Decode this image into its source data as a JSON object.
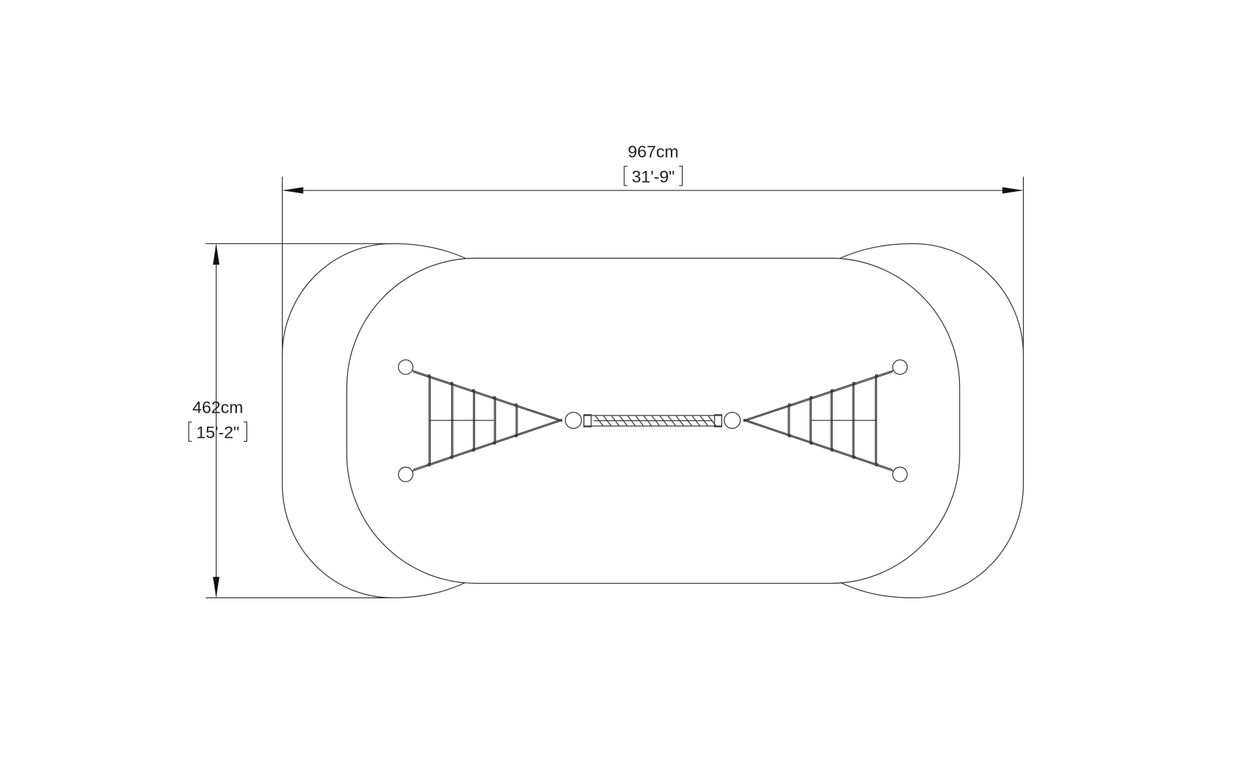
{
  "dimensions": {
    "width": {
      "metric": "967cm",
      "imperial": "31'-9\""
    },
    "depth": {
      "metric": "462cm",
      "imperial": "15'-2\""
    }
  },
  "colors": {
    "line": "#333333",
    "background": "#ffffff"
  }
}
